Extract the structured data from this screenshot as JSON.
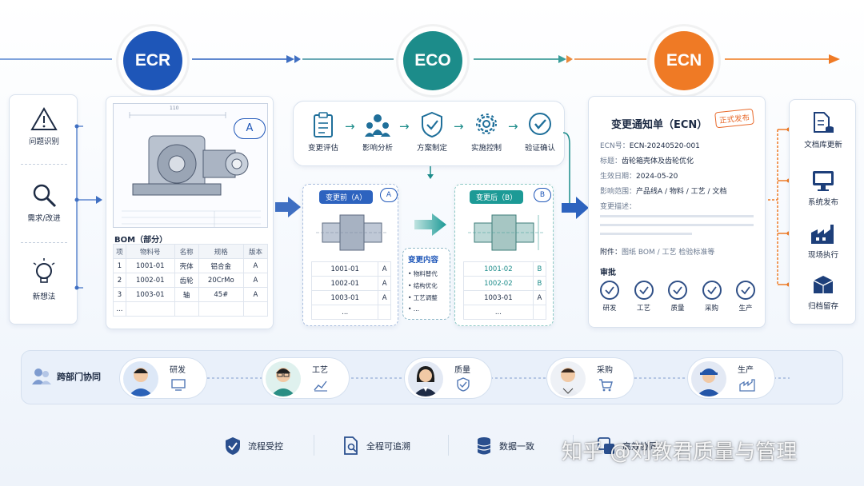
{
  "flow": {
    "ecr": {
      "label": "ECR",
      "color": "#1e56b8"
    },
    "eco": {
      "label": "ECO",
      "color": "#1c8c8a"
    },
    "ecn": {
      "label": "ECN",
      "color": "#ef7a25"
    }
  },
  "left_steps": [
    {
      "label": "问题识别",
      "icon": "warning-icon"
    },
    {
      "label": "需求/改进",
      "icon": "search-icon"
    },
    {
      "label": "新想法",
      "icon": "lightbulb-icon"
    }
  ],
  "drawing": {
    "dim": "110",
    "bom_title": "BOM（部分）",
    "headers": [
      "项",
      "物料号",
      "名称",
      "规格",
      "版本"
    ],
    "rows": [
      [
        "1",
        "1001-01",
        "壳体",
        "铝合金",
        "A"
      ],
      [
        "2",
        "1002-01",
        "齿轮",
        "20CrMo",
        "A"
      ],
      [
        "3",
        "1003-01",
        "轴",
        "45#",
        "A"
      ],
      [
        "...",
        "",
        "",
        "",
        ""
      ]
    ]
  },
  "eco_steps": [
    {
      "label": "变更评估",
      "icon": "clipboard-icon"
    },
    {
      "label": "影响分析",
      "icon": "team-icon"
    },
    {
      "label": "方案制定",
      "icon": "shield-check-icon"
    },
    {
      "label": "实施控制",
      "icon": "gear-icon"
    },
    {
      "label": "验证确认",
      "icon": "check-circle-icon"
    }
  ],
  "before": {
    "title": "变更前（A）",
    "badge": "A",
    "rows": [
      [
        "1001-01",
        "A"
      ],
      [
        "1002-01",
        "A"
      ],
      [
        "1003-01",
        "A"
      ],
      [
        "...",
        ""
      ]
    ]
  },
  "after": {
    "title": "变更后（B）",
    "badge": "B",
    "rows": [
      [
        "1001-02",
        "B"
      ],
      [
        "1002-02",
        "B"
      ],
      [
        "1003-01",
        "A"
      ],
      [
        "...",
        ""
      ]
    ]
  },
  "changes": {
    "title": "变更内容",
    "items": [
      "• 物料替代",
      "• 结构优化",
      "• 工艺调整",
      "• ..."
    ]
  },
  "ecn_doc": {
    "title": "变更通知单（ECN）",
    "stamp": "正式发布",
    "fields": [
      {
        "k": "ECN号：",
        "v": "ECN-20240520-001"
      },
      {
        "k": "标题：",
        "v": "齿轮箱壳体及齿轮优化"
      },
      {
        "k": "生效日期：",
        "v": "2024-05-20"
      },
      {
        "k": "影响范围：",
        "v": "产品线A / 物料 / 工艺 / 文档"
      },
      {
        "k": "变更描述：",
        "v": ""
      }
    ],
    "attach_k": "附件：",
    "attach_v": "图纸   BOM / 工艺   检验标准等",
    "approve_title": "审批",
    "approvers": [
      "研发",
      "工艺",
      "质量",
      "采购",
      "生产"
    ]
  },
  "right_steps": [
    {
      "label": "文档库更新",
      "icon": "document-db-icon"
    },
    {
      "label": "系统发布",
      "icon": "monitor-icon"
    },
    {
      "label": "现场执行",
      "icon": "factory-icon"
    },
    {
      "label": "归档留存",
      "icon": "archive-box-icon"
    }
  ],
  "collab": {
    "title": "跨部门协同",
    "people": [
      {
        "role": "研发",
        "icon": "computer-icon"
      },
      {
        "role": "工艺",
        "icon": "chart-icon"
      },
      {
        "role": "质量",
        "icon": "shield-icon"
      },
      {
        "role": "采购",
        "icon": "cart-icon"
      },
      {
        "role": "生产",
        "icon": "factory-icon"
      }
    ]
  },
  "footer": [
    {
      "label": "流程受控",
      "icon": "shield-check-icon"
    },
    {
      "label": "全程可追溯",
      "icon": "document-search-icon"
    },
    {
      "label": "数据一致",
      "icon": "database-icon"
    },
    {
      "label": "高效协同",
      "icon": "collab-icon"
    }
  ],
  "watermark": "知乎 @刘教君质量与管理"
}
